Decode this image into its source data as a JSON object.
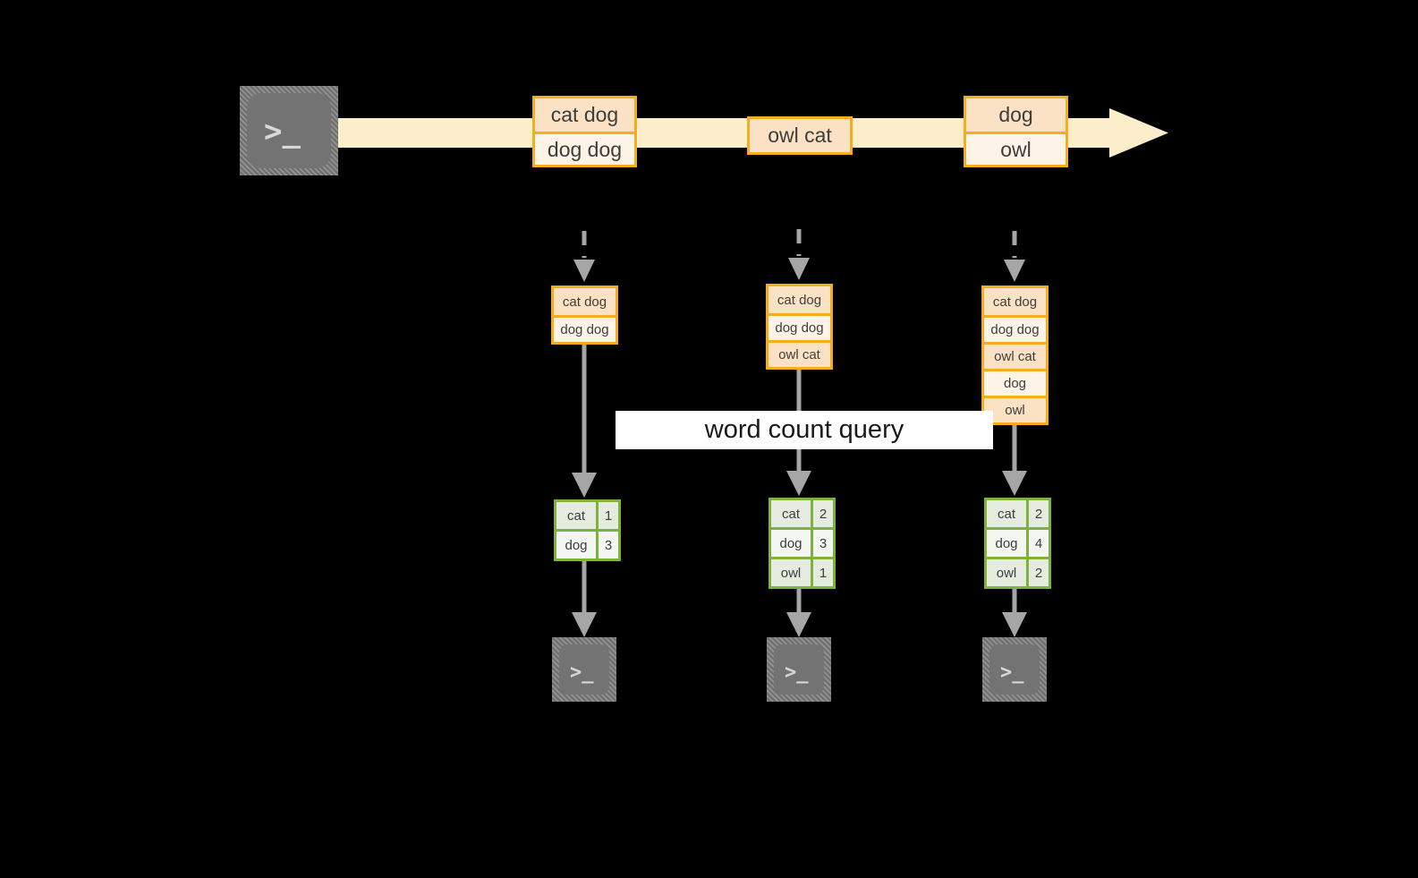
{
  "diagram": {
    "title_label": "word count query",
    "colors": {
      "stream_fill": "#fdeecb",
      "box_border": "#f5ad1d",
      "box_fill_dark": "#fbe2c4",
      "box_fill_light": "#fdf3e7",
      "result_border": "#7eb23f",
      "result_fill_dark": "#e5ebdf",
      "result_fill_light": "#f4f7f1",
      "arrow_gray": "#a6a6a6",
      "terminal_gray": "#737373",
      "background": "#000000",
      "label_background": "#ffffff"
    },
    "source": {
      "icon": "terminal-icon",
      "glyph": ">_"
    },
    "stream": {
      "arrow_direction": "right",
      "messages": [
        {
          "lines": [
            "cat dog",
            "dog dog"
          ]
        },
        {
          "lines": [
            "owl cat"
          ]
        },
        {
          "lines": [
            "dog",
            "owl"
          ]
        }
      ]
    },
    "columns": [
      {
        "accumulated": [
          "cat dog",
          "dog dog"
        ],
        "result": {
          "rows": [
            {
              "word": "cat",
              "count": "1"
            },
            {
              "word": "dog",
              "count": "3"
            }
          ]
        },
        "sink": {
          "icon": "terminal-icon",
          "glyph": ">_"
        }
      },
      {
        "accumulated": [
          "cat dog",
          "dog dog",
          "owl cat"
        ],
        "result": {
          "rows": [
            {
              "word": "cat",
              "count": "2"
            },
            {
              "word": "dog",
              "count": "3"
            },
            {
              "word": "owl",
              "count": "1"
            }
          ]
        },
        "sink": {
          "icon": "terminal-icon",
          "glyph": ">_"
        }
      },
      {
        "accumulated": [
          "cat dog",
          "dog dog",
          "owl cat",
          "dog",
          "owl"
        ],
        "result": {
          "rows": [
            {
              "word": "cat",
              "count": "2"
            },
            {
              "word": "dog",
              "count": "4"
            },
            {
              "word": "owl",
              "count": "2"
            }
          ]
        },
        "sink": {
          "icon": "terminal-icon",
          "glyph": ">_"
        }
      }
    ]
  }
}
